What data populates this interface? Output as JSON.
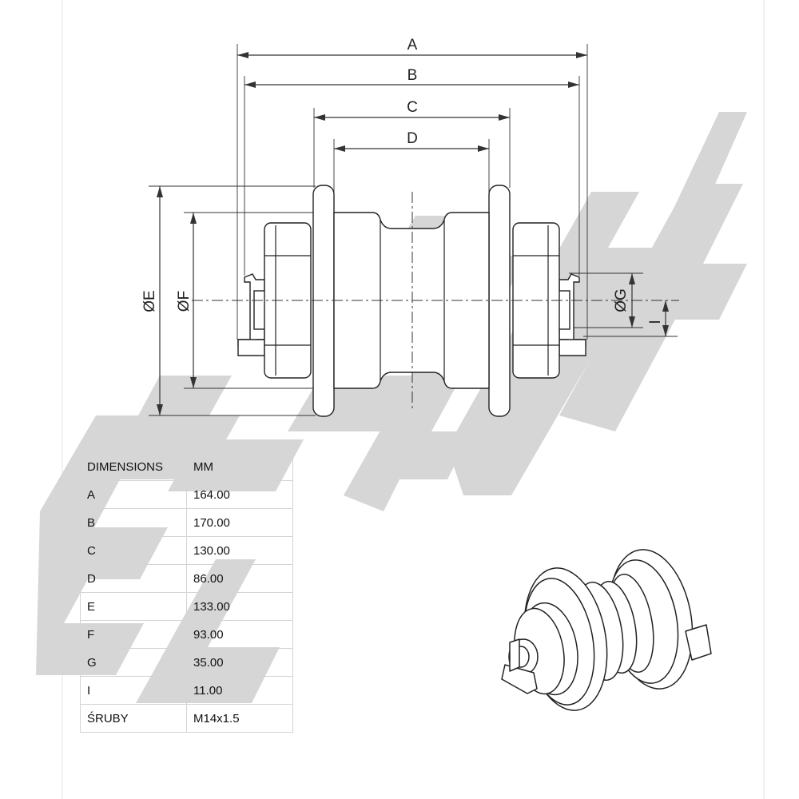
{
  "drawing": {
    "labels": {
      "A": "A",
      "B": "B",
      "C": "C",
      "D": "D",
      "E": "ØE",
      "F": "ØF",
      "G": "ØG",
      "I": "I"
    }
  },
  "table": {
    "header": [
      "DIMENSIONS",
      "MM"
    ],
    "rows": [
      [
        "A",
        "164.00"
      ],
      [
        "B",
        "170.00"
      ],
      [
        "C",
        "130.00"
      ],
      [
        "D",
        "86.00"
      ],
      [
        "E",
        "133.00"
      ],
      [
        "F",
        "93.00"
      ],
      [
        "G",
        "35.00"
      ],
      [
        "I",
        "11.00"
      ],
      [
        "ŚRUBY",
        "M14x1.5"
      ]
    ]
  },
  "colors": {
    "watermark": "#d0d0d0",
    "line": "#222222",
    "table_border": "#d4d4d4"
  }
}
